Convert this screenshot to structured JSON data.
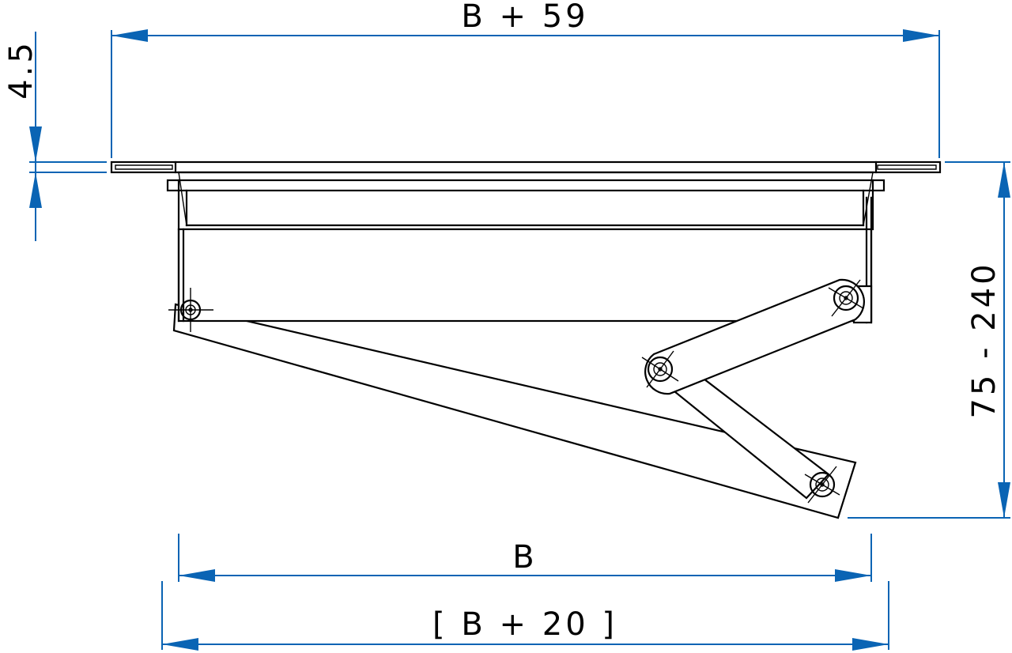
{
  "dimensions": {
    "overall_width": "B + 59",
    "flange_thickness": "4.5",
    "installation_height": "75 - 240",
    "clear_width": "B",
    "total_width": "[ B + 20 ]"
  },
  "colors": {
    "dimension_line": "#0a64b4",
    "part_line": "#000000",
    "background": "#ffffff"
  }
}
